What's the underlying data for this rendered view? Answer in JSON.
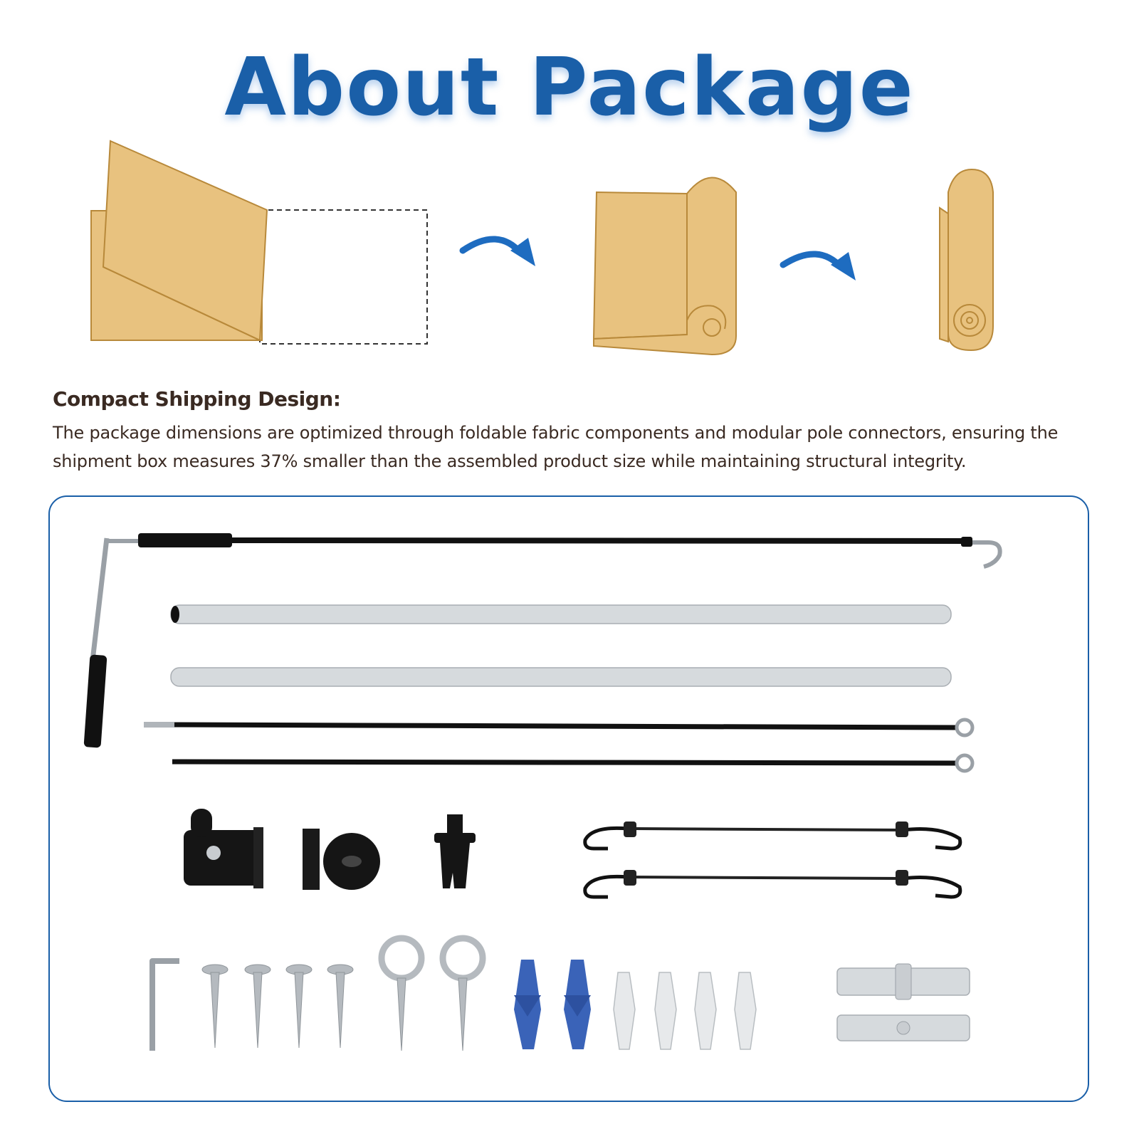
{
  "header": {
    "title": "About Package",
    "title_color": "#1a5fa8"
  },
  "folding_steps": {
    "fabric_color": "#e8c27f",
    "outline_color": "#b8893a",
    "arrow_color": "#1e6cc0",
    "icons": [
      "flat-fabric-icon",
      "arrow-right-icon",
      "rolled-fabric-icon",
      "arrow-right-icon",
      "rolled-tube-icon"
    ]
  },
  "info": {
    "heading": "Compact Shipping Design:",
    "body": "The package dimensions are optimized through foldable fabric components and modular pole connectors, ensuring the shipment box measures 37% smaller than the assembled product size while maintaining structural integrity.",
    "heading_color": "#3a2a22",
    "text_color": "#3a2a22"
  },
  "components_panel": {
    "border_color": "#1a5fa8",
    "items": [
      "crank-handle-icon",
      "aluminum-pole-icon",
      "aluminum-pole-icon",
      "support-rod-icon",
      "support-rod-icon",
      "bracket-left-icon",
      "bracket-right-icon",
      "end-plug-icon",
      "bungee-cord-icon",
      "bungee-cord-icon",
      "hex-key-icon",
      "screw-icon",
      "screw-icon",
      "screw-icon",
      "screw-icon",
      "eye-screw-icon",
      "eye-screw-icon",
      "blue-wall-anchor-icon",
      "blue-wall-anchor-icon",
      "white-wall-anchor-icon",
      "white-wall-anchor-icon",
      "white-wall-anchor-icon",
      "white-wall-anchor-icon",
      "pole-connector-icon",
      "pole-connector-icon"
    ]
  }
}
